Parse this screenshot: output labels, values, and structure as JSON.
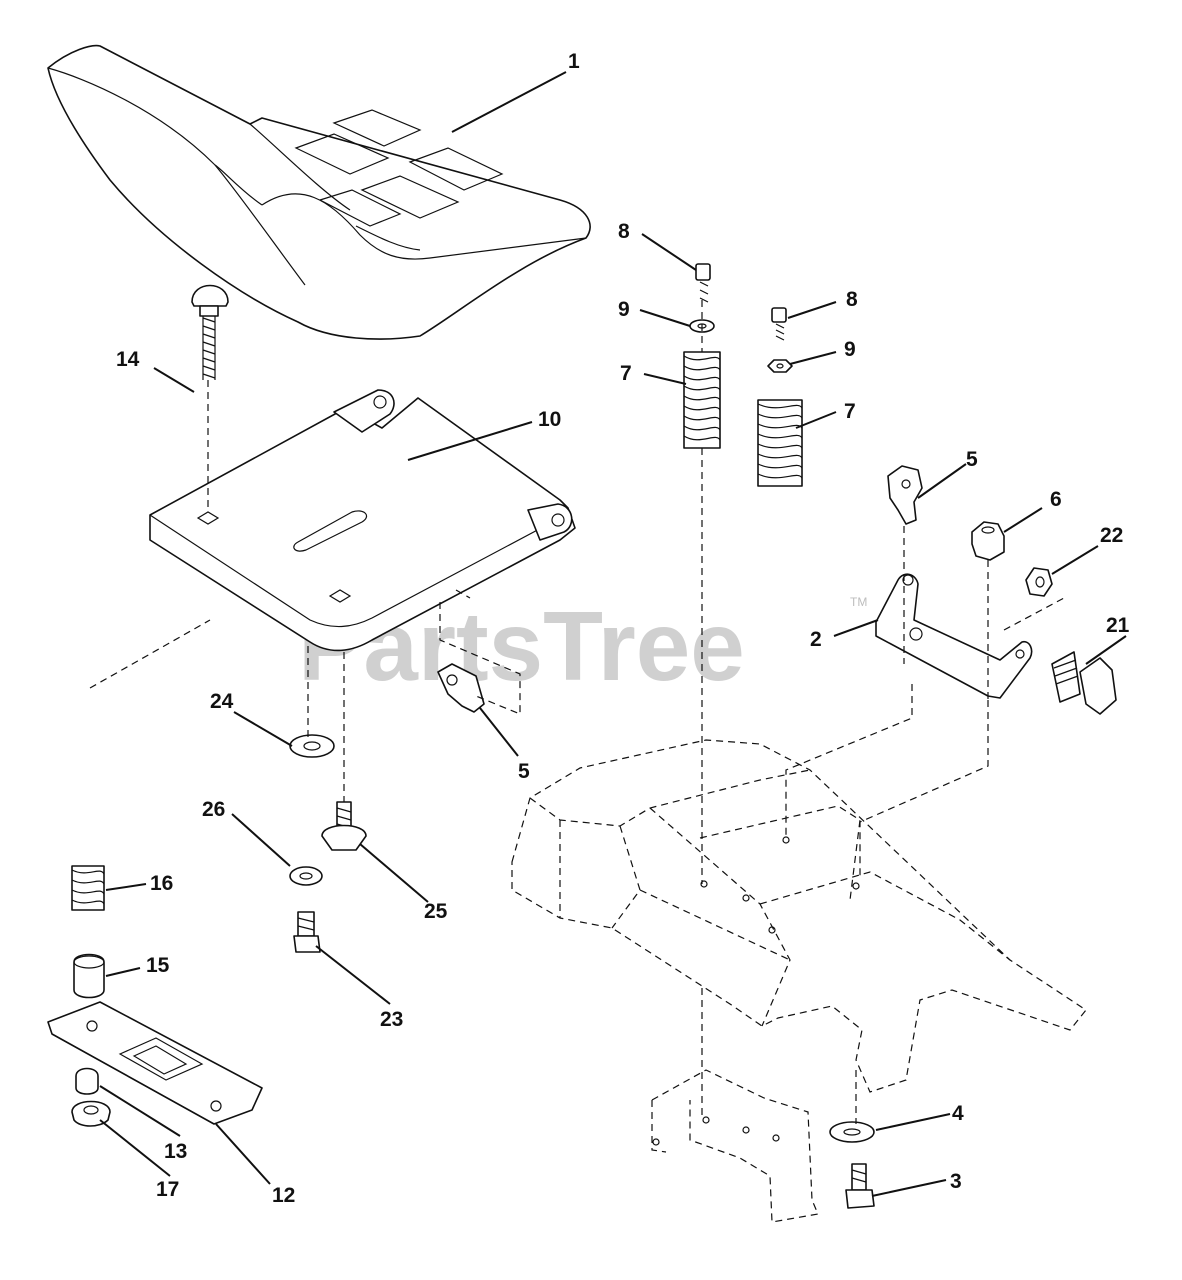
{
  "watermark": {
    "text": "PartsTree",
    "trademark": "TM"
  },
  "callouts": {
    "c1": "1",
    "c2": "2",
    "c3": "3",
    "c4": "4",
    "c5a": "5",
    "c5b": "5",
    "c6": "6",
    "c7a": "7",
    "c7b": "7",
    "c8a": "8",
    "c8b": "8",
    "c9a": "9",
    "c9b": "9",
    "c10": "10",
    "c12": "12",
    "c13": "13",
    "c14": "14",
    "c15": "15",
    "c16": "16",
    "c17": "17",
    "c21": "21",
    "c22": "22",
    "c23": "23",
    "c24": "24",
    "c25": "25",
    "c26": "26"
  }
}
